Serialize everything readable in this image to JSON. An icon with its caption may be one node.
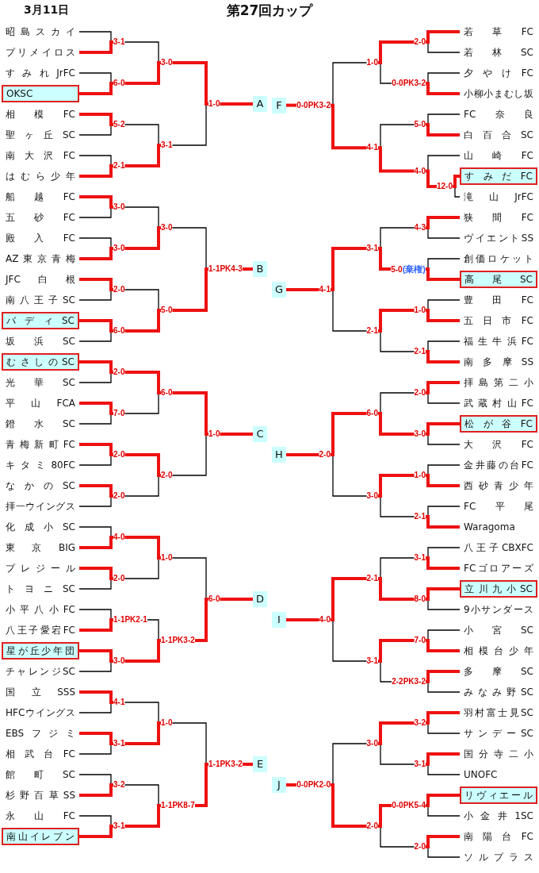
{
  "diagram": {
    "title": "第27回カップ",
    "labels": [
      "3月11日"
    ],
    "nodes": [
      {
        "text": [
          "昭島スカイ"
        ]
      },
      {
        "text": [
          "プリメイロス"
        ]
      },
      {
        "text": [
          "すみれJrFC"
        ]
      },
      {
        "text": [
          "OKSC"
        ]
      },
      {
        "text": [
          "相模FC"
        ]
      },
      {
        "text": [
          "聖ヶ丘SC"
        ]
      },
      {
        "text": [
          "南大沢FC"
        ]
      },
      {
        "text": [
          "はむら少年"
        ]
      },
      {
        "text": [
          "3-1"
        ]
      },
      {
        "text": [
          "6-0"
        ]
      },
      {
        "text": [
          "5-2"
        ]
      },
      {
        "text": [
          "2-1"
        ]
      },
      {
        "text": [
          "3-0"
        ]
      },
      {
        "text": [
          "3-1"
        ]
      },
      {
        "text": [
          "1-0"
        ]
      },
      {
        "text": [
          "A"
        ]
      },
      {
        "text": [
          "船越FC"
        ]
      },
      {
        "text": [
          "五砂FC"
        ]
      },
      {
        "text": [
          "殿入FC"
        ]
      },
      {
        "text": [
          "AZ東京青梅"
        ]
      },
      {
        "text": [
          "JFC白根"
        ]
      },
      {
        "text": [
          "南八王子SC"
        ]
      },
      {
        "text": [
          "バディSC"
        ]
      },
      {
        "text": [
          "坂浜SC"
        ]
      },
      {
        "text": [
          "3-0"
        ]
      },
      {
        "text": [
          "3-0"
        ]
      },
      {
        "text": [
          "2-0"
        ]
      },
      {
        "text": [
          "6-0"
        ]
      },
      {
        "text": [
          "3-0"
        ]
      },
      {
        "text": [
          "5-0"
        ]
      },
      {
        "text": [
          "1-1PK4-3"
        ]
      },
      {
        "text": [
          "B"
        ]
      },
      {
        "text": [
          "むさしのSC"
        ]
      },
      {
        "text": [
          "光華SC"
        ]
      },
      {
        "text": [
          "平山FCA"
        ]
      },
      {
        "text": [
          "鐙水SC"
        ]
      },
      {
        "text": [
          "青梅新町FC"
        ]
      },
      {
        "text": [
          "キタミ80FC"
        ]
      },
      {
        "text": [
          "なかのSC"
        ]
      },
      {
        "text": [
          "拝一ウイングス"
        ]
      },
      {
        "text": [
          "2-0"
        ]
      },
      {
        "text": [
          "7-0"
        ]
      },
      {
        "text": [
          "2-0"
        ]
      },
      {
        "text": [
          "2-0"
        ]
      },
      {
        "text": [
          "6-0"
        ]
      },
      {
        "text": [
          "2-0"
        ]
      },
      {
        "text": [
          "1-0"
        ]
      },
      {
        "text": [
          "C"
        ]
      },
      {
        "text": [
          "化成小SC"
        ]
      },
      {
        "text": [
          "東京BIG"
        ]
      },
      {
        "text": [
          "プレジール"
        ]
      },
      {
        "text": [
          "トヨニSC"
        ]
      },
      {
        "text": [
          "小平八小FC"
        ]
      },
      {
        "text": [
          "八王子愛宕FC"
        ]
      },
      {
        "text": [
          "星が丘少年団"
        ]
      },
      {
        "text": [
          "チャレンジSC"
        ]
      },
      {
        "text": [
          "4-0"
        ]
      },
      {
        "text": [
          "2-0"
        ]
      },
      {
        "text": [
          "1-1PK2-1"
        ]
      },
      {
        "text": [
          "3-0"
        ]
      },
      {
        "text": [
          "1-0"
        ]
      },
      {
        "text": [
          "1-1PK3-2"
        ]
      },
      {
        "text": [
          "6-0"
        ]
      },
      {
        "text": [
          "D"
        ]
      },
      {
        "text": [
          "国立SSS"
        ]
      },
      {
        "text": [
          "HFCウイングス"
        ]
      },
      {
        "text": [
          "EBSフジミ"
        ]
      },
      {
        "text": [
          "相武台FC"
        ]
      },
      {
        "text": [
          "館町SC"
        ]
      },
      {
        "text": [
          "杉野百草SS"
        ]
      },
      {
        "text": [
          "永山FC"
        ]
      },
      {
        "text": [
          "南山イレブン"
        ]
      },
      {
        "text": [
          "4-1"
        ]
      },
      {
        "text": [
          "3-1"
        ]
      },
      {
        "text": [
          "3-2"
        ]
      },
      {
        "text": [
          "3-1"
        ]
      },
      {
        "text": [
          "1-0"
        ]
      },
      {
        "text": [
          "1-1PK8-7"
        ]
      },
      {
        "text": [
          "1-1PK3-2"
        ]
      },
      {
        "text": [
          "E"
        ]
      },
      {
        "text": [
          "若草FC"
        ]
      },
      {
        "text": [
          "若林SC"
        ]
      },
      {
        "text": [
          "夕やけFC"
        ]
      },
      {
        "text": [
          "小柳小まむし坂"
        ]
      },
      {
        "text": [
          "FC奈良"
        ]
      },
      {
        "text": [
          "白百合SC"
        ]
      },
      {
        "text": [
          "山崎FC"
        ]
      },
      {
        "text": [
          "すみだFC"
        ]
      },
      {
        "text": [
          "滝山JrFC"
        ]
      },
      {
        "text": [
          "2-0"
        ]
      },
      {
        "text": [
          "0-0PK3-2"
        ]
      },
      {
        "text": [
          "5-0"
        ]
      },
      {
        "text": [
          "12-0"
        ]
      },
      {
        "text": [
          "4-0"
        ]
      },
      {
        "text": [
          "1-0"
        ]
      },
      {
        "text": [
          "4-1"
        ]
      },
      {
        "text": [
          "0-0PK3-2"
        ]
      },
      {
        "text": [
          "F"
        ]
      },
      {
        "text": [
          "狭間FC"
        ]
      },
      {
        "text": [
          "ヴイエントSS"
        ]
      },
      {
        "text": [
          "創価ロケット"
        ]
      },
      {
        "text": [
          "高尾SC"
        ]
      },
      {
        "text": [
          "豊田FC"
        ]
      },
      {
        "text": [
          "五日市FC"
        ]
      },
      {
        "text": [
          "福生牛浜FC"
        ]
      },
      {
        "text": [
          "南多摩SS"
        ]
      },
      {
        "text": [
          "4-3"
        ]
      },
      {
        "text": [
          "5-0",
          "(棄権)"
        ]
      },
      {
        "text": [
          "1-0"
        ]
      },
      {
        "text": [
          "2-1"
        ]
      },
      {
        "text": [
          "3-1"
        ]
      },
      {
        "text": [
          "2-1"
        ]
      },
      {
        "text": [
          "4-1"
        ]
      },
      {
        "text": [
          "G"
        ]
      },
      {
        "text": [
          "拝島第二小"
        ]
      },
      {
        "text": [
          "武蔵村山FC"
        ]
      },
      {
        "text": [
          "松が谷FC"
        ]
      },
      {
        "text": [
          "大沢FC"
        ]
      },
      {
        "text": [
          "金井藤の台FC"
        ]
      },
      {
        "text": [
          "西砂青少年"
        ]
      },
      {
        "text": [
          "FC平尾"
        ]
      },
      {
        "text": [
          "Waragoma"
        ]
      },
      {
        "text": [
          "2-0"
        ]
      },
      {
        "text": [
          "3-0"
        ]
      },
      {
        "text": [
          "1-0"
        ]
      },
      {
        "text": [
          "2-1"
        ]
      },
      {
        "text": [
          "6-0"
        ]
      },
      {
        "text": [
          "3-0"
        ]
      },
      {
        "text": [
          "2-0"
        ]
      },
      {
        "text": [
          "H"
        ]
      },
      {
        "text": [
          "八王子CBXFC"
        ]
      },
      {
        "text": [
          "FCゴロアーズ"
        ]
      },
      {
        "text": [
          "立川九小SC"
        ]
      },
      {
        "text": [
          "9小サンダース"
        ]
      },
      {
        "text": [
          "小宮SC"
        ]
      },
      {
        "text": [
          "相模台少年"
        ]
      },
      {
        "text": [
          "多摩SC"
        ]
      },
      {
        "text": [
          "みなみ野SC"
        ]
      },
      {
        "text": [
          "3-1"
        ]
      },
      {
        "text": [
          "8-0"
        ]
      },
      {
        "text": [
          "7-0"
        ]
      },
      {
        "text": [
          "2-2PK3-2"
        ]
      },
      {
        "text": [
          "2-1"
        ]
      },
      {
        "text": [
          "3-1"
        ]
      },
      {
        "text": [
          "4-0"
        ]
      },
      {
        "text": [
          "I"
        ]
      },
      {
        "text": [
          "羽村富士見SC"
        ]
      },
      {
        "text": [
          "サンデーSC"
        ]
      },
      {
        "text": [
          "国分寺二小"
        ]
      },
      {
        "text": [
          "UNOFC"
        ]
      },
      {
        "text": [
          "リヴィエール"
        ]
      },
      {
        "text": [
          "小金井1SC"
        ]
      },
      {
        "text": [
          "南陽台FC"
        ]
      },
      {
        "text": [
          "ソルプラス"
        ]
      },
      {
        "text": [
          "3-2"
        ]
      },
      {
        "text": [
          "3-1"
        ]
      },
      {
        "text": [
          "0-0PK5-4"
        ]
      },
      {
        "text": [
          "2-0"
        ]
      },
      {
        "text": [
          "3-0"
        ]
      },
      {
        "text": [
          "2-0"
        ]
      },
      {
        "text": [
          "0-0PK2-0"
        ]
      },
      {
        "text": [
          "J"
        ]
      }
    ],
    "edges": [
      {
        "from": 0,
        "to": 8,
        "arrow": "none",
        "color": "#000000"
      },
      {
        "from": 1,
        "to": 8,
        "arrow": "none"
      },
      {
        "from": 2,
        "to": 9,
        "arrow": "none",
        "color": "#000000"
      },
      {
        "from": 3,
        "to": 9,
        "arrow": "none"
      },
      {
        "from": 4,
        "to": 10,
        "arrow": "none"
      },
      {
        "from": 5,
        "to": 10,
        "arrow": "none",
        "color": "#000000"
      },
      {
        "from": 6,
        "to": 11,
        "arrow": "none",
        "color": "#000000"
      },
      {
        "from": 7,
        "to": 11,
        "arrow": "none"
      },
      {
        "from": 8,
        "to": 12,
        "arrow": "none",
        "color": "#000000"
      },
      {
        "from": 9,
        "to": 12,
        "arrow": "none"
      },
      {
        "from": 10,
        "to": 13,
        "arrow": "none",
        "color": "#000000"
      },
      {
        "from": 11,
        "to": 13,
        "arrow": "none"
      },
      {
        "from": 12,
        "to": 14,
        "arrow": "none"
      },
      {
        "from": 13,
        "to": 14,
        "arrow": "none",
        "color": "#000000"
      },
      {
        "from": 14,
        "to": 15,
        "arrow": "none"
      },
      {
        "from": 16,
        "to": 24,
        "arrow": "none"
      },
      {
        "from": 17,
        "to": 24,
        "arrow": "none",
        "color": "#000000"
      },
      {
        "from": 18,
        "to": 25,
        "arrow": "none",
        "color": "#000000"
      },
      {
        "from": 19,
        "to": 25,
        "arrow": "none"
      },
      {
        "from": 20,
        "to": 26,
        "arrow": "none"
      },
      {
        "from": 21,
        "to": 26,
        "arrow": "none",
        "color": "#000000"
      },
      {
        "from": 22,
        "to": 27,
        "arrow": "none"
      },
      {
        "from": 23,
        "to": 27,
        "arrow": "none",
        "color": "#000000"
      },
      {
        "from": 24,
        "to": 28,
        "arrow": "none",
        "color": "#000000"
      },
      {
        "from": 25,
        "to": 28,
        "arrow": "none"
      },
      {
        "from": 26,
        "to": 29,
        "arrow": "none",
        "color": "#000000"
      },
      {
        "from": 27,
        "to": 29,
        "arrow": "none"
      },
      {
        "from": 28,
        "to": 30,
        "arrow": "none",
        "color": "#000000"
      },
      {
        "from": 29,
        "to": 30,
        "arrow": "none"
      },
      {
        "from": 30,
        "to": 31,
        "arrow": "none"
      },
      {
        "from": 32,
        "to": 40,
        "arrow": "none"
      },
      {
        "from": 33,
        "to": 40,
        "arrow": "none",
        "color": "#000000"
      },
      {
        "from": 34,
        "to": 41,
        "arrow": "none"
      },
      {
        "from": 35,
        "to": 41,
        "arrow": "none",
        "color": "#000000"
      },
      {
        "from": 36,
        "to": 42,
        "arrow": "none"
      },
      {
        "from": 37,
        "to": 42,
        "arrow": "none",
        "color": "#000000"
      },
      {
        "from": 38,
        "to": 43,
        "arrow": "none"
      },
      {
        "from": 39,
        "to": 43,
        "arrow": "none",
        "color": "#000000"
      },
      {
        "from": 40,
        "to": 44,
        "arrow": "none"
      },
      {
        "from": 41,
        "to": 44,
        "arrow": "none",
        "color": "#000000"
      },
      {
        "from": 42,
        "to": 45,
        "arrow": "none"
      },
      {
        "from": 43,
        "to": 45,
        "arrow": "none",
        "color": "#000000"
      },
      {
        "from": 44,
        "to": 46,
        "arrow": "none"
      },
      {
        "from": 45,
        "to": 46,
        "arrow": "none",
        "color": "#000000"
      },
      {
        "from": 46,
        "to": 47,
        "arrow": "none"
      },
      {
        "from": 48,
        "to": 56,
        "arrow": "none",
        "color": "#000000"
      },
      {
        "from": 49,
        "to": 56,
        "arrow": "none"
      },
      {
        "from": 50,
        "to": 57,
        "arrow": "none"
      },
      {
        "from": 51,
        "to": 57,
        "arrow": "none",
        "color": "#000000"
      },
      {
        "from": 52,
        "to": 58,
        "arrow": "none",
        "color": "#000000"
      },
      {
        "from": 53,
        "to": 58,
        "arrow": "none"
      },
      {
        "from": 54,
        "to": 59,
        "arrow": "none"
      },
      {
        "from": 55,
        "to": 59,
        "arrow": "none",
        "color": "#000000"
      },
      {
        "from": 56,
        "to": 60,
        "arrow": "none"
      },
      {
        "from": 57,
        "to": 60,
        "arrow": "none",
        "color": "#000000"
      },
      {
        "from": 58,
        "to": 61,
        "arrow": "none",
        "color": "#000000"
      },
      {
        "from": 59,
        "to": 61,
        "arrow": "none"
      },
      {
        "from": 60,
        "to": 62,
        "arrow": "none",
        "color": "#000000"
      },
      {
        "from": 61,
        "to": 62,
        "arrow": "none"
      },
      {
        "from": 62,
        "to": 63,
        "arrow": "none"
      },
      {
        "from": 64,
        "to": 72,
        "arrow": "none"
      },
      {
        "from": 65,
        "to": 72,
        "arrow": "none",
        "color": "#000000"
      },
      {
        "from": 66,
        "to": 73,
        "arrow": "none"
      },
      {
        "from": 67,
        "to": 73,
        "arrow": "none",
        "color": "#000000"
      },
      {
        "from": 68,
        "to": 74,
        "arrow": "none",
        "color": "#000000"
      },
      {
        "from": 69,
        "to": 74,
        "arrow": "none"
      },
      {
        "from": 70,
        "to": 75,
        "arrow": "none",
        "color": "#000000"
      },
      {
        "from": 71,
        "to": 75,
        "arrow": "none"
      },
      {
        "from": 72,
        "to": 76,
        "arrow": "none",
        "color": "#000000"
      },
      {
        "from": 73,
        "to": 76,
        "arrow": "none"
      },
      {
        "from": 74,
        "to": 77,
        "arrow": "none",
        "color": "#000000"
      },
      {
        "from": 75,
        "to": 77,
        "arrow": "none"
      },
      {
        "from": 76,
        "to": 78,
        "arrow": "none",
        "color": "#000000"
      },
      {
        "from": 77,
        "to": 78,
        "arrow": "none"
      },
      {
        "from": 78,
        "to": 79,
        "arrow": "none"
      },
      {
        "from": 80,
        "to": 89,
        "arrow": "none"
      },
      {
        "from": 81,
        "to": 89,
        "arrow": "none",
        "color": "#000000"
      },
      {
        "from": 82,
        "to": 90,
        "arrow": "none",
        "color": "#000000"
      },
      {
        "from": 83,
        "to": 90,
        "arrow": "none"
      },
      {
        "from": 84,
        "to": 91,
        "arrow": "none",
        "color": "#000000"
      },
      {
        "from": 85,
        "to": 91,
        "arrow": "none"
      },
      {
        "from": 86,
        "to": 93,
        "arrow": "none",
        "color": "#000000"
      },
      {
        "from": 87,
        "to": 92,
        "arrow": "none"
      },
      {
        "from": 88,
        "to": 92,
        "arrow": "none",
        "color": "#000000"
      },
      {
        "from": 92,
        "to": 93,
        "arrow": "none"
      },
      {
        "from": 89,
        "to": 94,
        "arrow": "none"
      },
      {
        "from": 90,
        "to": 94,
        "arrow": "none",
        "color": "#000000"
      },
      {
        "from": 91,
        "to": 95,
        "arrow": "none",
        "color": "#000000"
      },
      {
        "from": 93,
        "to": 95,
        "arrow": "none"
      },
      {
        "from": 94,
        "to": 96,
        "arrow": "none",
        "color": "#000000"
      },
      {
        "from": 95,
        "to": 96,
        "arrow": "none"
      },
      {
        "from": 96,
        "to": 97,
        "arrow": "none"
      },
      {
        "from": 98,
        "to": 106,
        "arrow": "none"
      },
      {
        "from": 99,
        "to": 106,
        "arrow": "none",
        "color": "#000000"
      },
      {
        "from": 100,
        "to": 107,
        "arrow": "none",
        "color": "#000000"
      },
      {
        "from": 101,
        "to": 107,
        "arrow": "none"
      },
      {
        "from": 102,
        "to": 108,
        "arrow": "none",
        "color": "#000000"
      },
      {
        "from": 103,
        "to": 108,
        "arrow": "none"
      },
      {
        "from": 104,
        "to": 109,
        "arrow": "none",
        "color": "#000000"
      },
      {
        "from": 105,
        "to": 109,
        "arrow": "none"
      },
      {
        "from": 106,
        "to": 110,
        "arrow": "none",
        "color": "#000000"
      },
      {
        "from": 107,
        "to": 110,
        "arrow": "none"
      },
      {
        "from": 108,
        "to": 111,
        "arrow": "none"
      },
      {
        "from": 109,
        "to": 111,
        "arrow": "none",
        "color": "#000000"
      },
      {
        "from": 110,
        "to": 112,
        "arrow": "none"
      },
      {
        "from": 111,
        "to": 112,
        "arrow": "none",
        "color": "#000000"
      },
      {
        "from": 112,
        "to": 113,
        "arrow": "none"
      },
      {
        "from": 114,
        "to": 122,
        "arrow": "none"
      },
      {
        "from": 115,
        "to": 122,
        "arrow": "none",
        "color": "#000000"
      },
      {
        "from": 116,
        "to": 123,
        "arrow": "none"
      },
      {
        "from": 117,
        "to": 123,
        "arrow": "none",
        "color": "#000000"
      },
      {
        "from": 118,
        "to": 124,
        "arrow": "none",
        "color": "#000000"
      },
      {
        "from": 119,
        "to": 124,
        "arrow": "none"
      },
      {
        "from": 120,
        "to": 125,
        "arrow": "none",
        "color": "#000000"
      },
      {
        "from": 121,
        "to": 125,
        "arrow": "none"
      },
      {
        "from": 122,
        "to": 126,
        "arrow": "none",
        "color": "#000000"
      },
      {
        "from": 123,
        "to": 126,
        "arrow": "none"
      },
      {
        "from": 124,
        "to": 127,
        "arrow": "none"
      },
      {
        "from": 125,
        "to": 127,
        "arrow": "none",
        "color": "#000000"
      },
      {
        "from": 126,
        "to": 128,
        "arrow": "none"
      },
      {
        "from": 127,
        "to": 128,
        "arrow": "none",
        "color": "#000000"
      },
      {
        "from": 128,
        "to": 129,
        "arrow": "none"
      },
      {
        "from": 130,
        "to": 138,
        "arrow": "none",
        "color": "#000000"
      },
      {
        "from": 131,
        "to": 138,
        "arrow": "none"
      },
      {
        "from": 132,
        "to": 139,
        "arrow": "none"
      },
      {
        "from": 133,
        "to": 139,
        "arrow": "none",
        "color": "#000000"
      },
      {
        "from": 134,
        "to": 140,
        "arrow": "none",
        "color": "#000000"
      },
      {
        "from": 135,
        "to": 140,
        "arrow": "none"
      },
      {
        "from": 136,
        "to": 141,
        "arrow": "none"
      },
      {
        "from": 137,
        "to": 141,
        "arrow": "none",
        "color": "#000000"
      },
      {
        "from": 138,
        "to": 142,
        "arrow": "none",
        "color": "#000000"
      },
      {
        "from": 139,
        "to": 142,
        "arrow": "none"
      },
      {
        "from": 140,
        "to": 143,
        "arrow": "none"
      },
      {
        "from": 141,
        "to": 143,
        "arrow": "none",
        "color": "#000000"
      },
      {
        "from": 142,
        "to": 144,
        "arrow": "none"
      },
      {
        "from": 143,
        "to": 144,
        "arrow": "none",
        "color": "#000000"
      },
      {
        "from": 144,
        "to": 145,
        "arrow": "none"
      },
      {
        "from": 146,
        "to": 154,
        "arrow": "none"
      },
      {
        "from": 147,
        "to": 154,
        "arrow": "none",
        "color": "#000000"
      },
      {
        "from": 148,
        "to": 155,
        "arrow": "none"
      },
      {
        "from": 149,
        "to": 155,
        "arrow": "none",
        "color": "#000000"
      },
      {
        "from": 150,
        "to": 156,
        "arrow": "none"
      },
      {
        "from": 151,
        "to": 156,
        "arrow": "none",
        "color": "#000000"
      },
      {
        "from": 152,
        "to": 157,
        "arrow": "none"
      },
      {
        "from": 153,
        "to": 157,
        "arrow": "none",
        "color": "#000000"
      },
      {
        "from": 154,
        "to": 158,
        "arrow": "none"
      },
      {
        "from": 155,
        "to": 158,
        "arrow": "none",
        "color": "#000000"
      },
      {
        "from": 156,
        "to": 159,
        "arrow": "none"
      },
      {
        "from": 157,
        "to": 159,
        "arrow": "none",
        "color": "#000000"
      },
      {
        "from": 158,
        "to": 160,
        "arrow": "none",
        "color": "#000000"
      },
      {
        "from": 159,
        "to": 160,
        "arrow": "none"
      },
      {
        "from": 160,
        "to": 161,
        "arrow": "none"
      }
    ]
  }
}
